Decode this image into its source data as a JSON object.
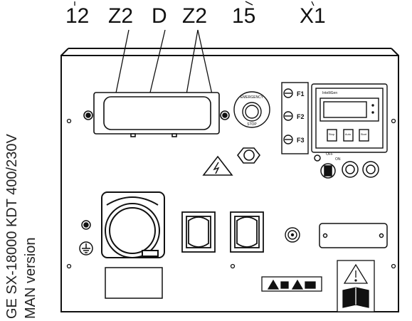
{
  "callouts": {
    "c1": "12",
    "c2": "Z2",
    "c3": "D",
    "c4": "Z2",
    "c5": "15",
    "c6": "X1"
  },
  "side_title": {
    "line1": "GE SX-18000 KDT  400/230V",
    "line2": "MAN version"
  },
  "panel": {
    "fuses": [
      "F1",
      "F2",
      "F3"
    ],
    "emergency_text_top": "EMERGENCY",
    "emergency_text_bottom": "STOP",
    "controller_brand": "IntelliGen",
    "controller_buttons": [
      "Stop",
      "Auto",
      "Start"
    ],
    "key_switch_labels": [
      "OFF",
      "ON"
    ]
  }
}
